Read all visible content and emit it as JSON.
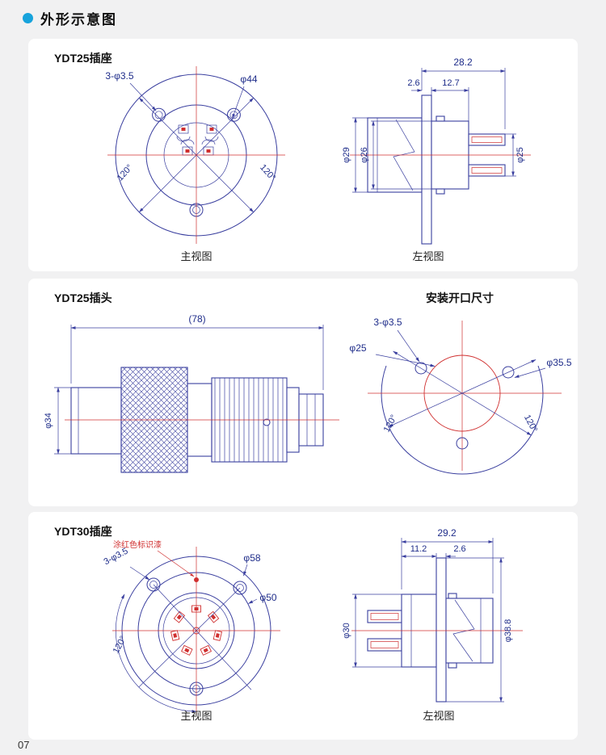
{
  "page": {
    "header_title": "外形示意图",
    "page_number": "07"
  },
  "colors": {
    "accent_blue": "#17a3dc",
    "line_blue": "#3a3f9f",
    "line_red": "#d03030",
    "dim_text": "#1f2d8a",
    "panel_bg": "#ffffff",
    "page_bg": "#f1f1f2"
  },
  "panel_ydt25_socket": {
    "title": "YDT25插座",
    "front_view": {
      "caption": "主视图",
      "dim_holes": "3-φ3.5",
      "dim_outer": "φ44",
      "angle_left": "120°",
      "angle_right": "120°"
    },
    "side_view": {
      "caption": "左视图",
      "dim_total": "28.2",
      "dim_flange": "2.6",
      "dim_body": "12.7",
      "dim_d1": "φ29",
      "dim_d2": "φ26",
      "dim_d3": "φ25"
    }
  },
  "panel_ydt25_plug": {
    "title": "YDT25插头",
    "plug_view": {
      "dim_length": "(78)",
      "dim_diameter": "φ34"
    },
    "opening": {
      "title": "安装开口尺寸",
      "dim_holes": "3-φ3.5",
      "dim_inner": "φ25",
      "dim_bolt": "φ35.5",
      "angle_left": "120°",
      "angle_right": "120°"
    }
  },
  "panel_ydt30_socket": {
    "title": "YDT30插座",
    "front_view": {
      "caption": "主视图",
      "note_red_paint": "涂红色标识漆",
      "dim_holes": "3-φ3.5",
      "dim_outer": "φ58",
      "dim_inner": "φ50",
      "angle": "120°"
    },
    "side_view": {
      "caption": "左视图",
      "dim_total": "29.2",
      "dim_left": "11.2",
      "dim_flange": "2.6",
      "dim_d1": "φ30",
      "dim_d2": "φ38.8"
    }
  }
}
